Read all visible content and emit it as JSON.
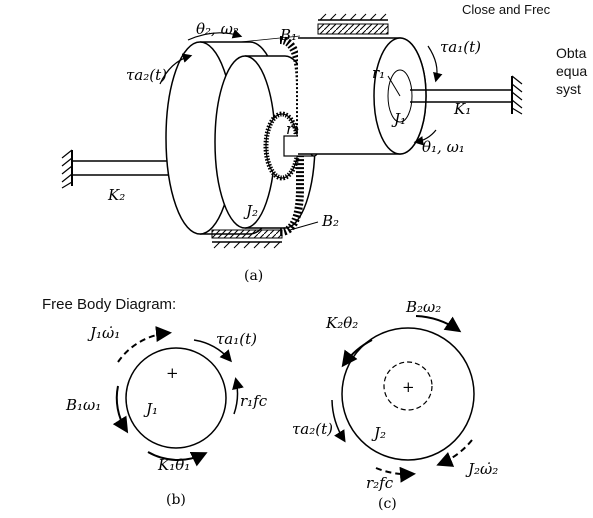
{
  "header": {
    "title": "Close and Frec",
    "side_text": [
      "Obta",
      "equa",
      "syst"
    ]
  },
  "fbd": {
    "title": "Free Body Diagram:"
  },
  "diagram_a": {
    "caption": "(a)",
    "labels": {
      "theta2_omega2": "θ₂, ω₂",
      "B1": "B₁",
      "tau_a1": "τa₁(t)",
      "tau_a2": "τa₂(t)",
      "r1": "r₁",
      "r2": "r₂",
      "J1": "J₁",
      "K1": "K₁",
      "K2": "K₂",
      "theta1_omega1": "θ₁, ω₁",
      "J2": "J₂",
      "B2": "B₂"
    }
  },
  "diagram_b": {
    "caption": "(b)",
    "labels": {
      "J1_w1dot": "J₁ω̇₁",
      "tau_a1": "τa₁(t)",
      "plus": "+",
      "J1": "J₁",
      "r1fc": "r₁fc",
      "B1w1": "B₁ω₁",
      "K1theta1": "K₁θ₁"
    }
  },
  "diagram_c": {
    "caption": "(c)",
    "labels": {
      "K2theta2": "K₂θ₂",
      "B2w2": "B₂ω₂",
      "plus": "+",
      "tau_a2": "τa₂(t)",
      "J2": "J₂",
      "J2_w2dot": "J₂ω̇₂",
      "r2fc": "r₂fc"
    }
  }
}
